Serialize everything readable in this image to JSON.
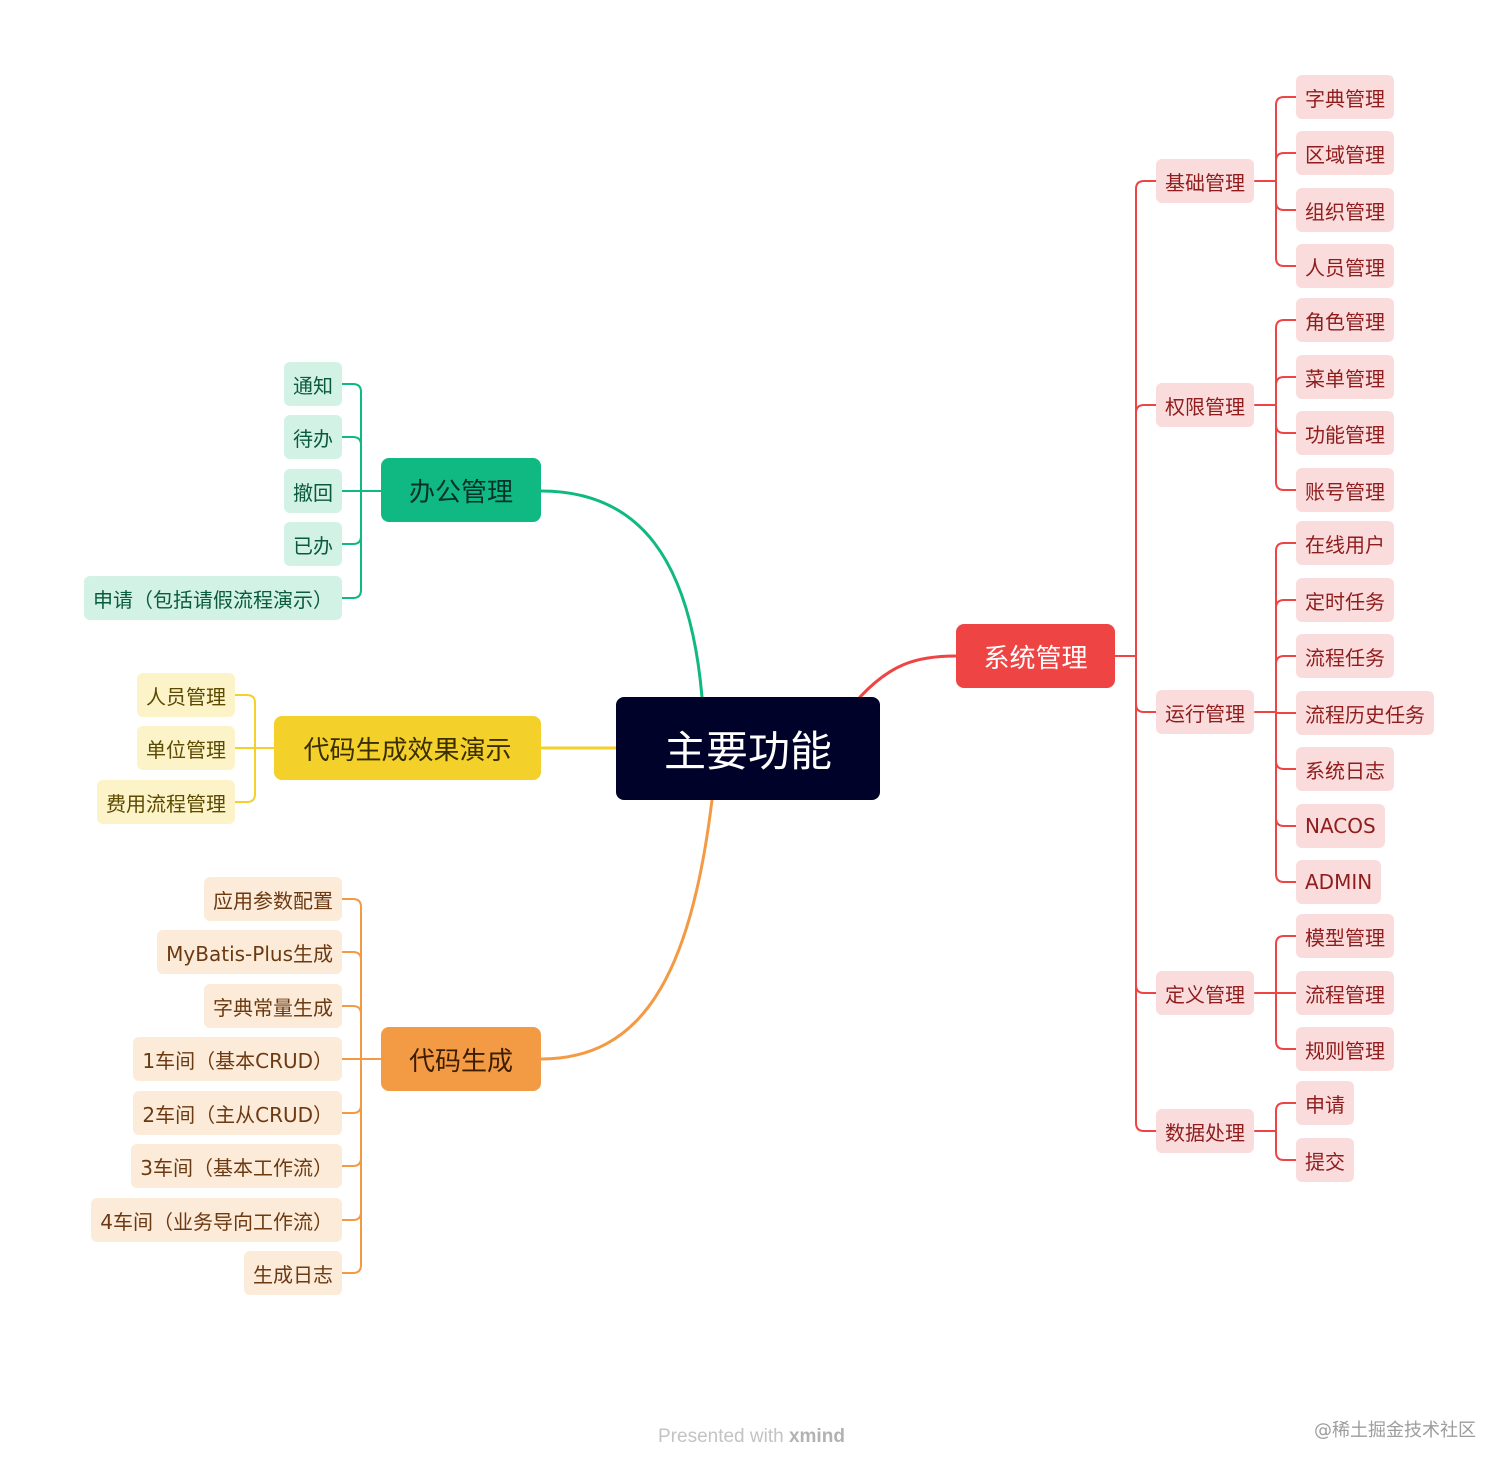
{
  "central": "主要功能",
  "branches": {
    "office": {
      "label": "办公管理",
      "items": [
        "通知",
        "待办",
        "撤回",
        "已办",
        "申请（包括请假流程演示）"
      ]
    },
    "demo": {
      "label": "代码生成效果演示",
      "items": [
        "人员管理",
        "单位管理",
        "费用流程管理"
      ]
    },
    "codegen": {
      "label": "代码生成",
      "items": [
        "应用参数配置",
        "MyBatis-Plus生成",
        "字典常量生成",
        "1车间（基本CRUD）",
        "2车间（主从CRUD）",
        "3车间（基本工作流）",
        "4车间（业务导向工作流）",
        "生成日志"
      ]
    },
    "system": {
      "label": "系统管理",
      "groups": [
        {
          "label": "基础管理",
          "items": [
            "字典管理",
            "区域管理",
            "组织管理",
            "人员管理"
          ]
        },
        {
          "label": "权限管理",
          "items": [
            "角色管理",
            "菜单管理",
            "功能管理",
            "账号管理"
          ]
        },
        {
          "label": "运行管理",
          "items": [
            "在线用户",
            "定时任务",
            "流程任务",
            "流程历史任务",
            "系统日志",
            "NACOS",
            "ADMIN"
          ]
        },
        {
          "label": "定义管理",
          "items": [
            "模型管理",
            "流程管理",
            "规则管理"
          ]
        },
        {
          "label": "数据处理",
          "items": [
            "申请",
            "提交"
          ]
        }
      ]
    }
  },
  "footer": {
    "prefix": "Presented with ",
    "brand": "xmind"
  },
  "watermark": "@稀土掘金技术社区",
  "colors": {
    "central": "#000229",
    "office": "#10b981",
    "demo": "#f3d02a",
    "codegen": "#f39a45",
    "system": "#ef4444"
  }
}
